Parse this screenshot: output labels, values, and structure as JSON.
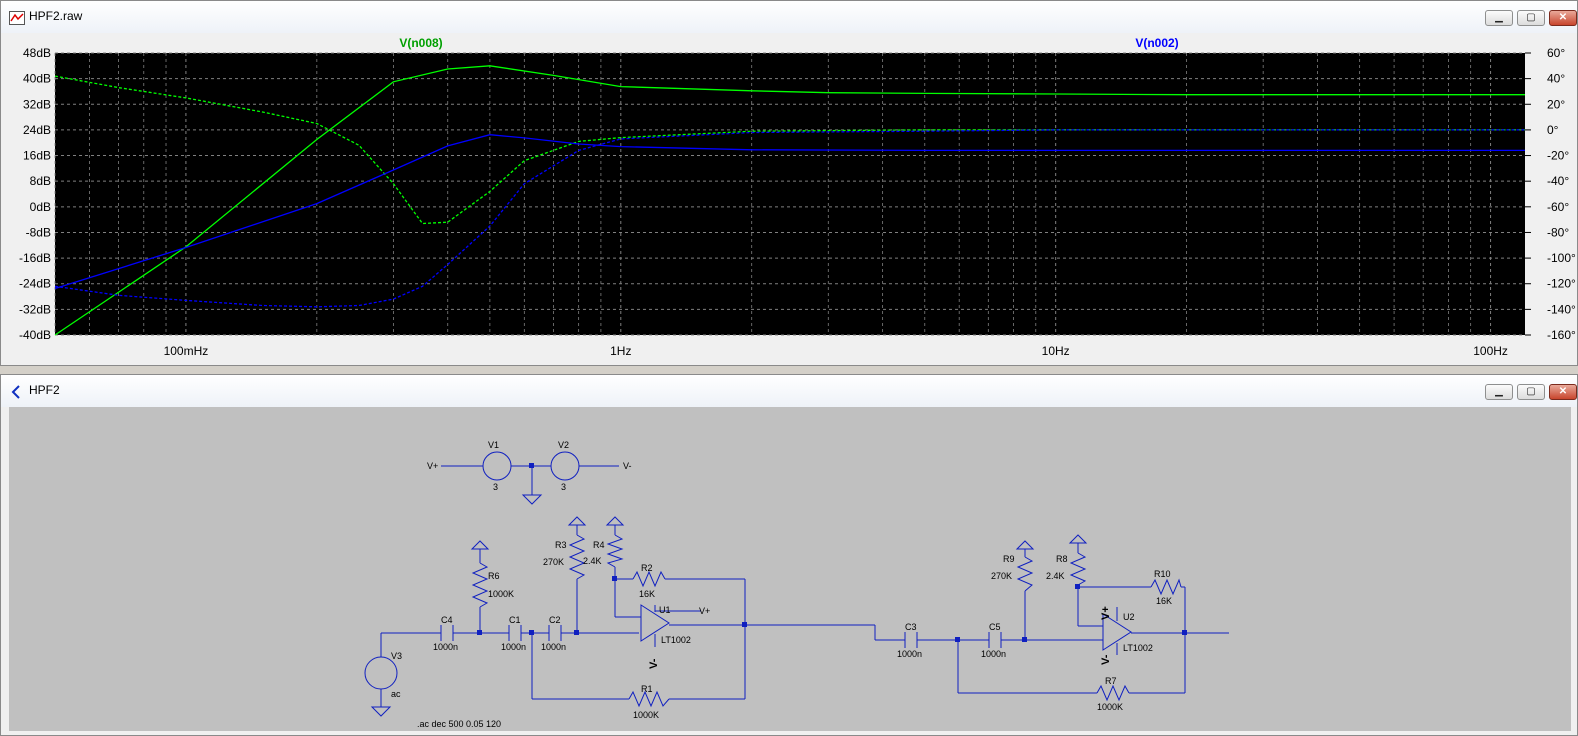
{
  "waveform_window": {
    "title": "HPF2.raw",
    "buttons": {
      "minimize": "▁",
      "maximize": "▢",
      "close": "✕"
    }
  },
  "schematic_window": {
    "title": "HPF2",
    "buttons": {
      "minimize": "▁",
      "maximize": "▢",
      "close": "✕"
    }
  },
  "colors": {
    "plot_bg": "#000000",
    "grid": "#808080",
    "trace_n008": "#00ff00",
    "trace_n002": "#0000ff",
    "schematic_bg": "#c0c0c0",
    "wire": "#0000c0"
  },
  "chart_data": {
    "type": "line",
    "xscale": "log",
    "xlim": [
      0.05,
      120
    ],
    "ylim_left": [
      -40,
      48
    ],
    "ylim_right": [
      -160,
      60
    ],
    "x_tick_labels": [
      "100mHz",
      "1Hz",
      "10Hz",
      "100Hz"
    ],
    "x_tick_values": [
      0.1,
      1,
      10,
      100
    ],
    "y_left_tick_labels": [
      "48dB",
      "40dB",
      "32dB",
      "24dB",
      "16dB",
      "8dB",
      "0dB",
      "-8dB",
      "-16dB",
      "-24dB",
      "-32dB",
      "-40dB"
    ],
    "y_right_tick_labels": [
      "60°",
      "40°",
      "20°",
      "0°",
      "-20°",
      "-40°",
      "-60°",
      "-80°",
      "-100°",
      "-120°",
      "-140°",
      "-160°"
    ],
    "legend": [
      "V(n008)",
      "V(n002)"
    ],
    "series": [
      {
        "name": "V(n008)",
        "kind": "magnitude_dB",
        "style": "solid",
        "x": [
          0.05,
          0.1,
          0.2,
          0.3,
          0.4,
          0.5,
          0.7,
          1,
          2,
          3,
          5,
          10,
          20,
          50,
          120
        ],
        "y": [
          -40,
          -12.5,
          21,
          39,
          43,
          44,
          41,
          37.5,
          36.2,
          35.6,
          35.4,
          35.2,
          35,
          35,
          35
        ]
      },
      {
        "name": "V(n008)",
        "kind": "phase_deg",
        "style": "dashed",
        "x": [
          0.05,
          0.07,
          0.1,
          0.15,
          0.2,
          0.25,
          0.3,
          0.35,
          0.4,
          0.5,
          0.6,
          0.8,
          1,
          2,
          5,
          10,
          50,
          120
        ],
        "y": [
          42,
          33,
          25,
          14,
          5,
          -12,
          -42,
          -73,
          -72,
          -48,
          -24,
          -9,
          -6,
          -1,
          0,
          0,
          0,
          0
        ]
      },
      {
        "name": "V(n002)",
        "kind": "magnitude_dB",
        "style": "solid",
        "x": [
          0.05,
          0.1,
          0.2,
          0.3,
          0.4,
          0.5,
          0.6,
          0.8,
          1,
          2,
          5,
          10,
          50,
          120
        ],
        "y": [
          -25.5,
          -12.7,
          1,
          11.5,
          19,
          22.5,
          21.5,
          19.6,
          18.8,
          17.8,
          17.6,
          17.6,
          17.6,
          17.6
        ]
      },
      {
        "name": "V(n002)",
        "kind": "phase_deg",
        "style": "dashed",
        "x": [
          0.05,
          0.07,
          0.1,
          0.15,
          0.2,
          0.25,
          0.3,
          0.35,
          0.4,
          0.5,
          0.6,
          0.8,
          1,
          2,
          5,
          10,
          50,
          120
        ],
        "y": [
          -122,
          -129,
          -133,
          -137,
          -138,
          -137,
          -132,
          -122,
          -105,
          -75,
          -42,
          -16,
          -7,
          -2,
          -1,
          0,
          0,
          0
        ]
      }
    ]
  },
  "schematic": {
    "directive": ".ac dec 500 0.05 120",
    "labels": {
      "v1": "V1",
      "v1_val": "3",
      "v2": "V2",
      "v2_val": "3",
      "vplus": "V+",
      "vminus": "V-",
      "v3": "V3",
      "v3_val": "ac",
      "c4": "C4",
      "c4_val": "1000n",
      "c1": "C1",
      "c1_val": "1000n",
      "c2": "C2",
      "c2_val": "1000n",
      "c3": "C3",
      "c3_val": "1000n",
      "c5": "C5",
      "c5_val": "1000n",
      "r6": "R6",
      "r6_val": "1000K",
      "r3": "R3",
      "r3_val": "270K",
      "r4": "R4",
      "r4_val": "2.4K",
      "r2": "R2",
      "r2_val": "16K",
      "r1": "R1",
      "r1_val": "1000K",
      "r9": "R9",
      "r9_val": "270K",
      "r8": "R8",
      "r8_val": "2.4K",
      "r10": "R10",
      "r10_val": "16K",
      "r7": "R7",
      "r7_val": "1000K",
      "u1": "U1",
      "u1_val": "LT1002",
      "u2": "U2",
      "u2_val": "LT1002"
    }
  }
}
